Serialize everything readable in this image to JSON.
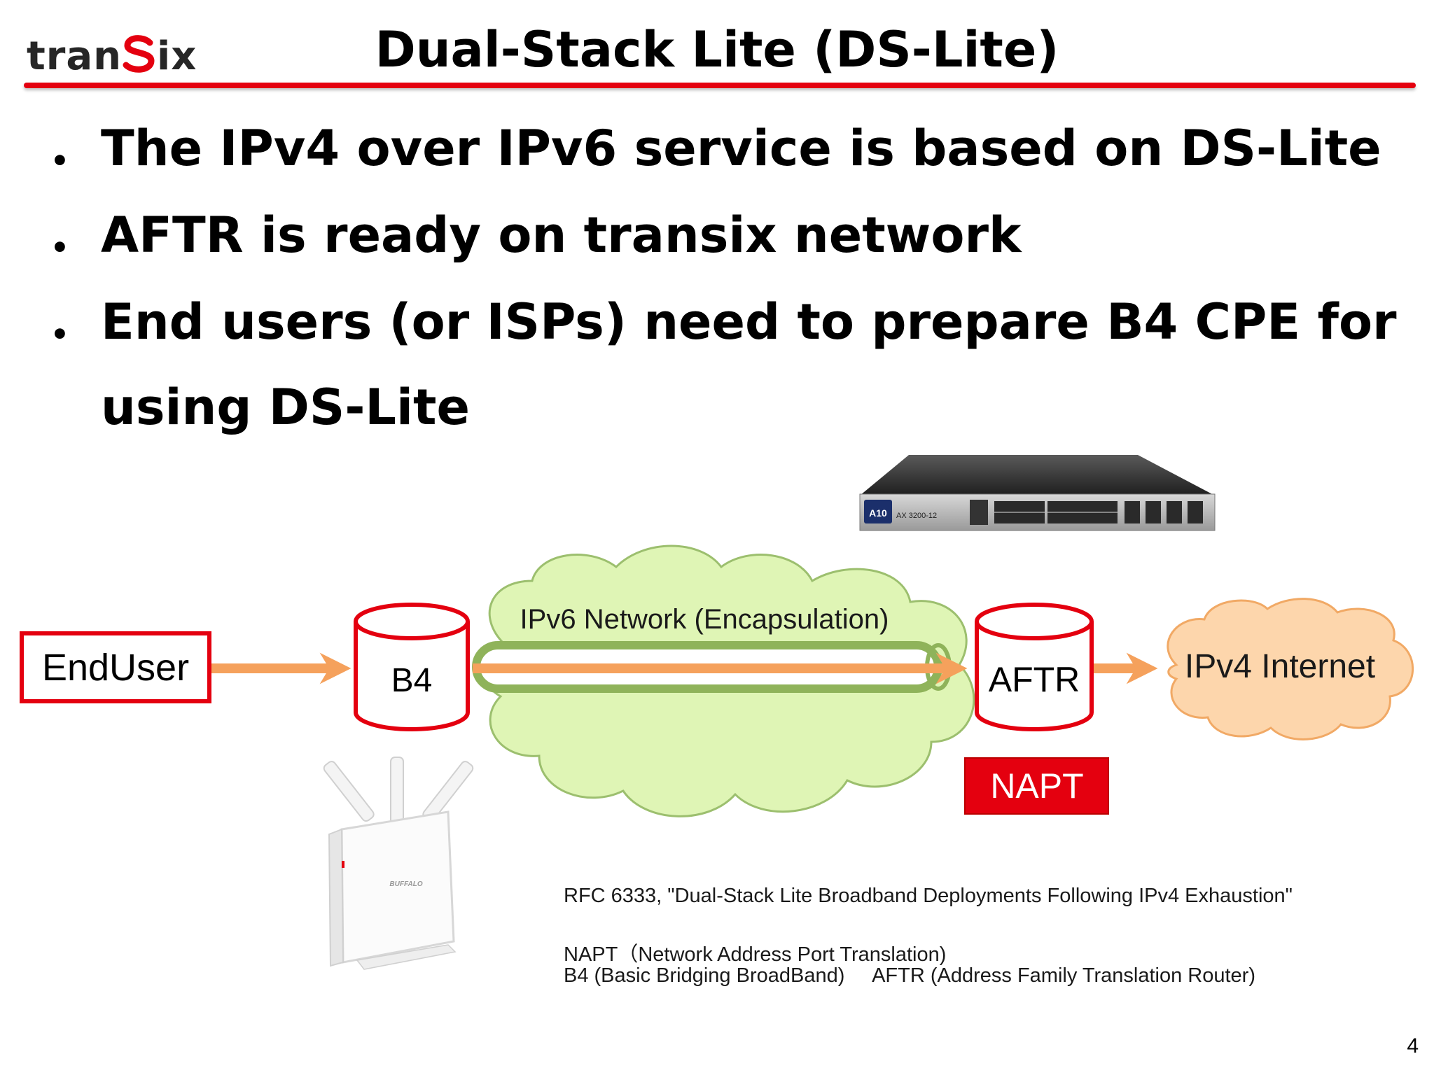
{
  "header": {
    "logo_text": "transix",
    "title": "Dual-Stack Lite (DS-Lite)"
  },
  "bullets": [
    "The IPv4 over IPv6 service is based on DS-Lite",
    "AFTR is ready on transix network",
    "End users (or ISPs) need to prepare B4 CPE for",
    "using DS-Lite"
  ],
  "diagram": {
    "enduser_label": "EndUser",
    "b4_label": "B4",
    "network_label": "IPv6 Network (Encapsulation)",
    "aftr_label": "AFTR",
    "napt_label": "NAPT",
    "internet_label": "IPv4 Internet",
    "device_model": "AX 3200-12",
    "colors": {
      "red": "#e4000f",
      "arrow": "#f5a15c",
      "tunnel": "#8fb35a",
      "ipv6_cloud": "#dff5b5",
      "ipv4_cloud": "#fdd6ac"
    }
  },
  "notes": [
    "RFC 6333, \"Dual-Stack Lite Broadband Deployments Following IPv4 Exhaustion\"",
    "NAPT（Network Address Port Translation)",
    "B4 (Basic Bridging BroadBand)     AFTR (Address Family Translation Router)"
  ],
  "page_number": "4"
}
